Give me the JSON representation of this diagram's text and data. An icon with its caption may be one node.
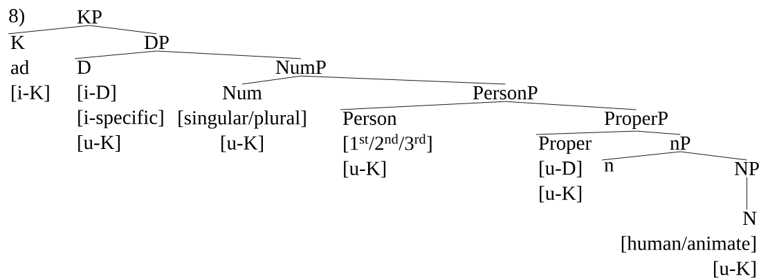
{
  "diagram": {
    "nodes": [
      {
        "text": [
          "KP"
        ]
      },
      {
        "text": [
          "K",
          "ad",
          "[i-K]"
        ]
      },
      {
        "text": [
          "DP"
        ]
      },
      {
        "text": [
          "D",
          "[i-D]",
          "[i-specific]",
          "[u-K]"
        ]
      },
      {
        "text": [
          "NumP"
        ]
      },
      {
        "text": [
          "Num",
          "[singular/plural]",
          "[u-K]"
        ]
      },
      {
        "text": [
          "PersonP"
        ]
      },
      {
        "text": [
          "Person",
          "[1$^{st}$/2$^{nd}$/3$^{rd}$]",
          "[u-K]"
        ]
      },
      {
        "text": [
          "ProperP"
        ]
      },
      {
        "text": [
          "Proper",
          "[u-D]",
          "[u-K]"
        ]
      },
      {
        "text": [
          "nP"
        ]
      },
      {
        "text": [
          "n"
        ]
      },
      {
        "text": [
          "NP"
        ]
      },
      {
        "text": [
          "N",
          "[human/animate]",
          "[u-K]"
        ]
      }
    ],
    "edges": [
      {
        "from": 0,
        "to": 1,
        "arrow": "none"
      },
      {
        "from": 0,
        "to": 2,
        "arrow": "none"
      },
      {
        "from": 2,
        "to": 3,
        "arrow": "none"
      },
      {
        "from": 2,
        "to": 4,
        "arrow": "none"
      },
      {
        "from": 4,
        "to": 5,
        "arrow": "none"
      },
      {
        "from": 4,
        "to": 6,
        "arrow": "none"
      },
      {
        "from": 6,
        "to": 7,
        "arrow": "none"
      },
      {
        "from": 6,
        "to": 8,
        "arrow": "none"
      },
      {
        "from": 8,
        "to": 9,
        "arrow": "none"
      },
      {
        "from": 8,
        "to": 10,
        "arrow": "none"
      },
      {
        "from": 10,
        "to": 11,
        "arrow": "none"
      },
      {
        "from": 10,
        "to": 12,
        "arrow": "none"
      },
      {
        "from": 12,
        "to": 13,
        "arrow": "none"
      }
    ],
    "labels": [
      "8)"
    ]
  }
}
